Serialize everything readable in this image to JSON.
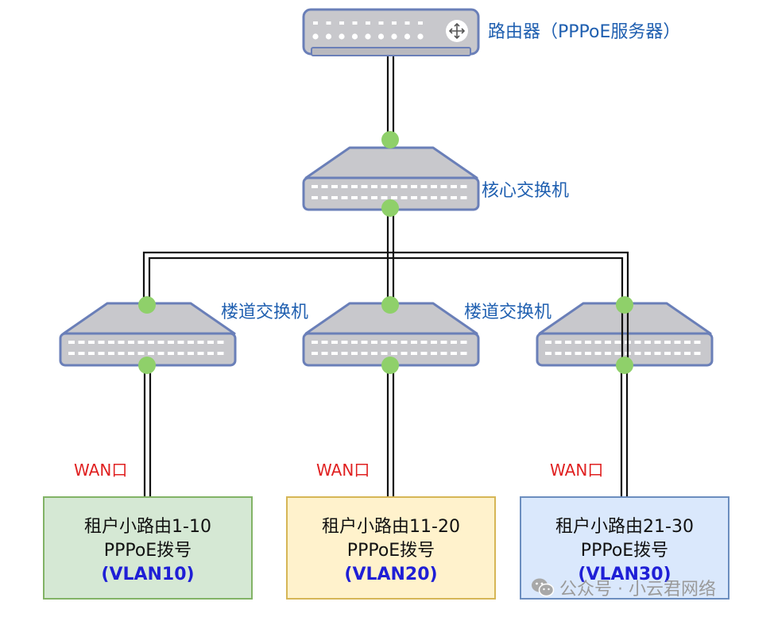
{
  "router": {
    "label": "路由器（PPPoE服务器）"
  },
  "core_switch": {
    "label": "核心交换机"
  },
  "floor_switch_labels": [
    "楼道交换机",
    "楼道交换机"
  ],
  "wan_labels": [
    "WAN口",
    "WAN口",
    "WAN口"
  ],
  "tenant_boxes": [
    {
      "line1": "租户小路由1-10",
      "line2": "PPPoE拨号",
      "vlan": "(VLAN10)",
      "fill": "#d5e8d4",
      "border": "#82b366"
    },
    {
      "line1": "租户小路由11-20",
      "line2": "PPPoE拨号",
      "vlan": "(VLAN20)",
      "fill": "#fff2cc",
      "border": "#d6b656"
    },
    {
      "line1": "租户小路由21-30",
      "line2": "PPPoE拨号",
      "vlan": "(VLAN30)",
      "fill": "#dae8fc",
      "border": "#6c8ebf"
    }
  ],
  "watermark": {
    "text": "公众号 · 小云君网络",
    "icon": "wechat-icon"
  },
  "colors": {
    "device_fill": "#c8c8cc",
    "device_border": "#6a7fb8",
    "port_dot": "#8fd06a"
  }
}
